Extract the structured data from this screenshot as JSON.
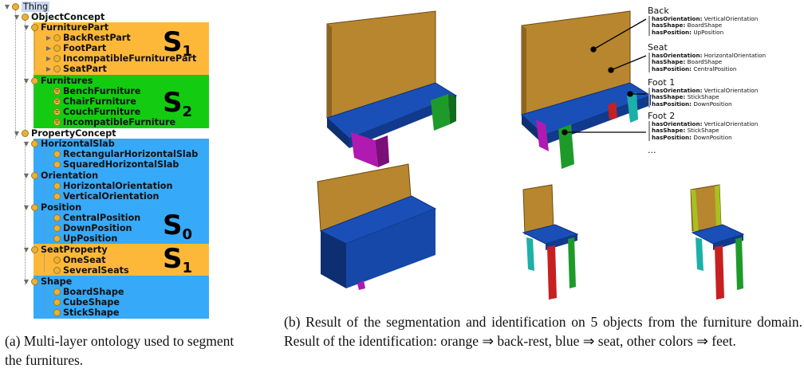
{
  "tree": {
    "root": "Thing",
    "object_concept": "ObjectConcept",
    "furniture_part": "FurniturePart",
    "furniture_part_children": [
      "BackRestPart",
      "FootPart",
      "IncompatibleFurniturePart",
      "SeatPart"
    ],
    "furnitures": "Furnitures",
    "furnitures_children": [
      "BenchFurniture",
      "ChairFurniture",
      "CouchFurniture",
      "IncompatibleFurniture"
    ],
    "property_concept": "PropertyConcept",
    "horizontal_slab": "HorizontalSlab",
    "horizontal_slab_children": [
      "RectangularHorizontalSlab",
      "SquaredHorizontalSlab"
    ],
    "orientation": "Orientation",
    "orientation_children": [
      "HorizontalOrientation",
      "VerticalOrientation"
    ],
    "position": "Position",
    "position_children": [
      "CentralPosition",
      "DownPosition",
      "UpPosition"
    ],
    "seat_property": "SeatProperty",
    "seat_property_children": [
      "OneSeat",
      "SeveralSeats"
    ],
    "shape": "Shape",
    "shape_children": [
      "BoardShape",
      "CubeShape",
      "StickShape"
    ]
  },
  "layers": [
    {
      "base": "S",
      "sub": "1",
      "color": "#fdb83a"
    },
    {
      "base": "S",
      "sub": "2",
      "color": "#13cc12"
    },
    {
      "base": "S",
      "sub": "0",
      "color": "#37a9f9"
    },
    {
      "base": "S",
      "sub": "1",
      "color": "#fdb83a"
    }
  ],
  "captions": {
    "a": "(a) Multi-layer ontology used to segment the furnitures.",
    "b": "(b) Result of the segmentation and identification on 5 objects from the furniture domain. Result of the identification: orange ⇒ back-rest, blue ⇒ seat, other colors ⇒ feet."
  },
  "annotations": [
    {
      "title": "Back",
      "props": [
        [
          "hasOrientation:",
          "VerticalOrientation"
        ],
        [
          "hasShape:",
          "BoardShape"
        ],
        [
          "hasPosition:",
          "UpPosition"
        ]
      ]
    },
    {
      "title": "Seat",
      "props": [
        [
          "hasOrientation:",
          "HorizontalOrientation"
        ],
        [
          "hasShape:",
          "BoardShape"
        ],
        [
          "hasPosition:",
          "CentralPosition"
        ]
      ]
    },
    {
      "title": "Foot 1",
      "props": [
        [
          "hasOrientation:",
          "VerticalOrientation"
        ],
        [
          "hasShape:",
          "StickShape"
        ],
        [
          "hasPosition:",
          "DownPosition"
        ]
      ]
    },
    {
      "title": "Foot 2",
      "props": [
        [
          "hasOrientation:",
          "VerticalOrientation"
        ],
        [
          "hasShape:",
          "StickShape"
        ],
        [
          "hasPosition:",
          "DownPosition"
        ]
      ]
    }
  ],
  "ellipsis": "...",
  "colors": {
    "back": "#b8862e",
    "seat": "#1a4fb8",
    "magenta": "#b01ab0",
    "green": "#1e9a2a",
    "teal": "#1bb0a8",
    "red": "#c82020",
    "yellow_green": "#a8c020"
  }
}
